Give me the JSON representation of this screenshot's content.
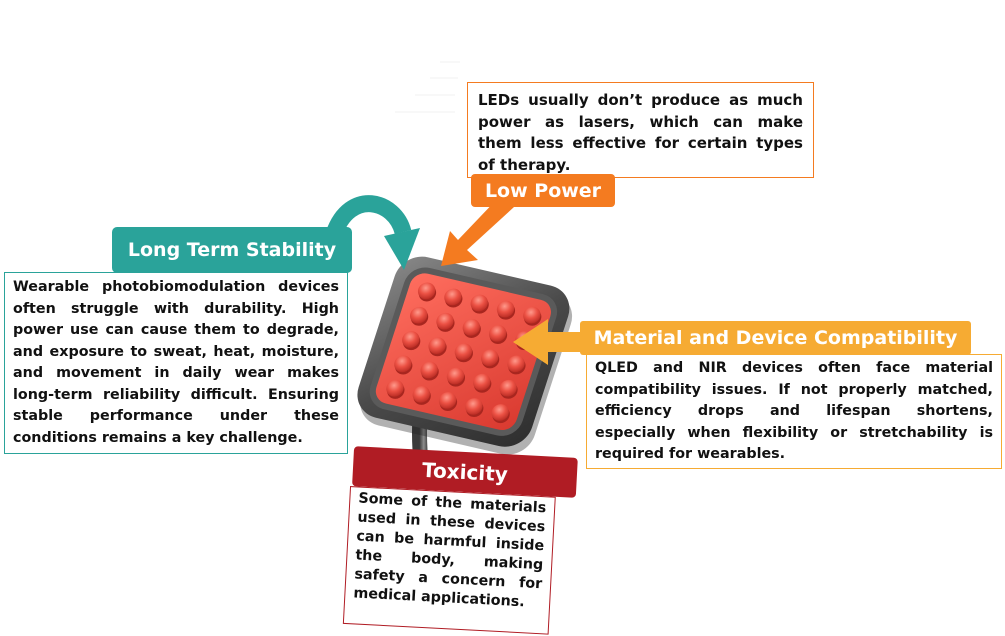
{
  "low_power": {
    "title": "Low Power",
    "text": "LEDs usually don’t produce as much power as lasers, which can make them less effective for certain types of therapy.",
    "color": "#f47b20"
  },
  "long_term_stability": {
    "title": "Long Term Stability",
    "text": "Wearable photobiomodulation devices often struggle with durability. High power use can cause them to degrade, and exposure to sweat, heat, moisture, and movement in daily wear makes long-term reliability difficult. Ensuring stable performance under these conditions remains a key challenge.",
    "color": "#2aa39a"
  },
  "material_compatibility": {
    "title": "Material and Device Compatibility",
    "text": "QLED and NIR devices often face material compatibility issues. If not properly matched, efficiency drops and lifespan shortens, especially when flexibility or stretchability is required for wearables.",
    "color": "#f6ab33"
  },
  "toxicity": {
    "title": "Toxicity",
    "text": "Some of the materials used in these devices can be harmful inside the body, making safety a concern for medical applications.",
    "color": "#b01c24"
  },
  "device": {
    "icon": "led-panel-icon",
    "led_color": "#e8453a",
    "frame_color": "#4e4e4e"
  }
}
